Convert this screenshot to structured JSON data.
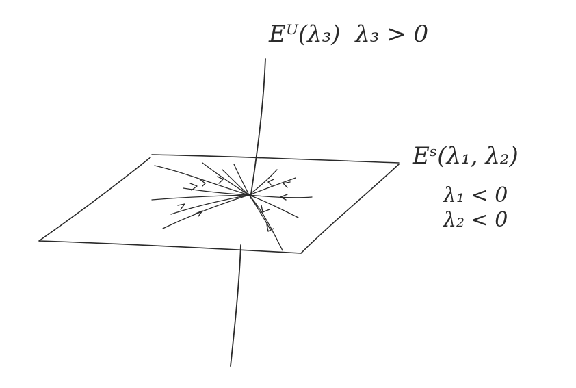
{
  "labels": {
    "unstable_space": "Eᵁ(λ₃)",
    "unstable_condition": "λ₃ > 0",
    "stable_space": "Eˢ(λ₁, λ₂)",
    "stable_condition_1": "λ₁ < 0",
    "stable_condition_2": "λ₂ < 0"
  },
  "colors": {
    "ink": "#2a2a2a",
    "background": "#ffffff"
  }
}
